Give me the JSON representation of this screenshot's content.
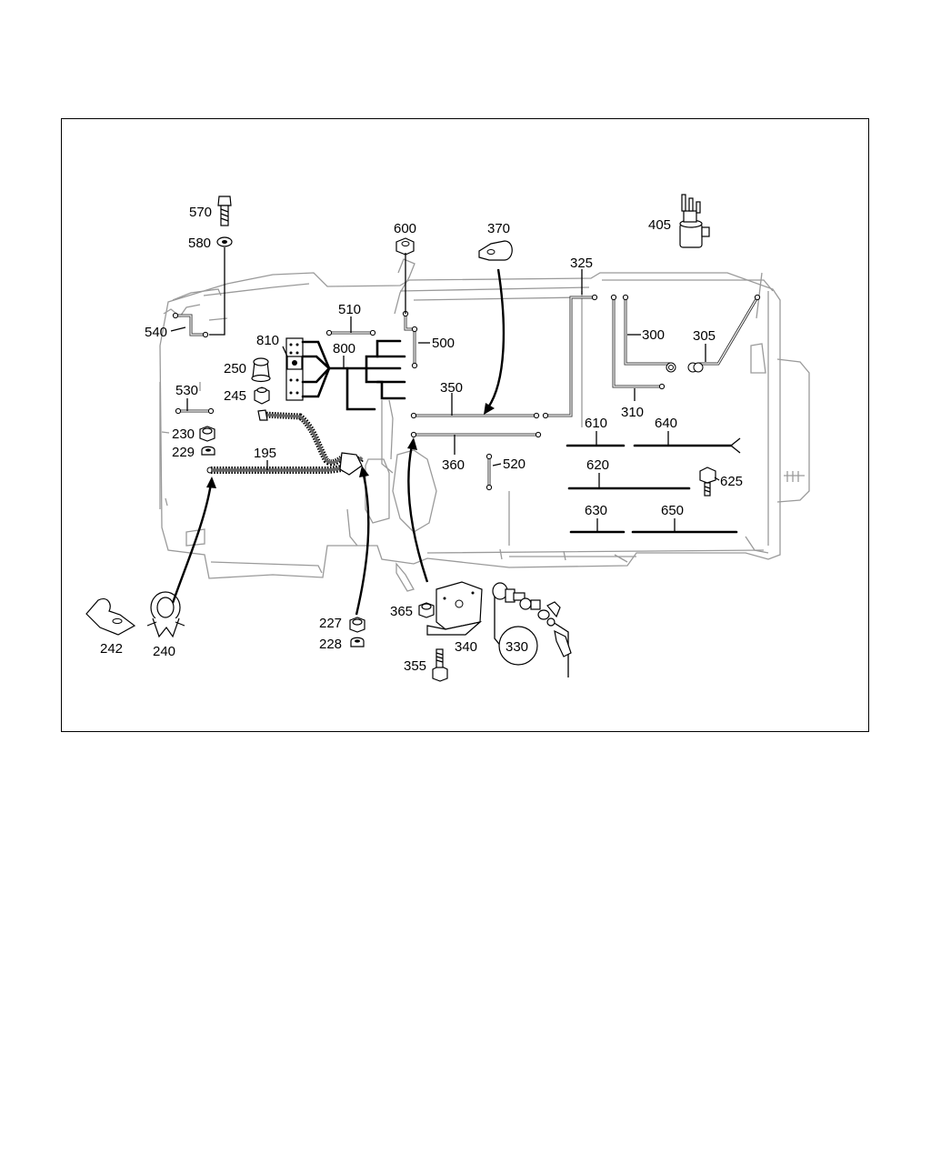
{
  "diagram": {
    "labels": {
      "p570": "570",
      "p580": "580",
      "p540": "540",
      "p600": "600",
      "p370": "370",
      "p325": "325",
      "p405": "405",
      "p510": "510",
      "p500": "500",
      "p810": "810",
      "p800": "800",
      "p250": "250",
      "p245": "245",
      "p530": "530",
      "p350": "350",
      "p300": "300",
      "p305": "305",
      "p310": "310",
      "p610": "610",
      "p640": "640",
      "p230": "230",
      "p229": "229",
      "p195": "195",
      "p360": "360",
      "p520": "520",
      "p620": "620",
      "p625": "625",
      "p630": "630",
      "p650": "650",
      "p242": "242",
      "p240": "240",
      "p227": "227",
      "p228": "228",
      "p365": "365",
      "p340": "340",
      "p330": "330",
      "p355": "355"
    }
  }
}
